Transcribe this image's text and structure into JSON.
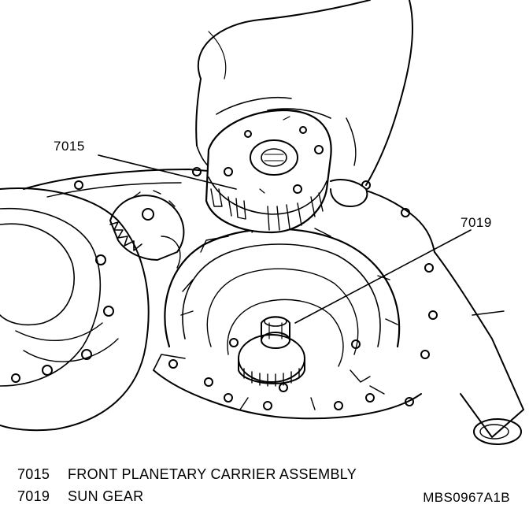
{
  "callouts": {
    "carrier_number": "7015",
    "sun_gear_number": "7019"
  },
  "legend": [
    {
      "number": "7015",
      "description": "FRONT PLANETARY CARRIER ASSEMBLY"
    },
    {
      "number": "7019",
      "description": "SUN GEAR"
    }
  ],
  "figure_id": "MBS0967A1B",
  "colors": {
    "ink": "#000000",
    "paper": "#ffffff"
  }
}
